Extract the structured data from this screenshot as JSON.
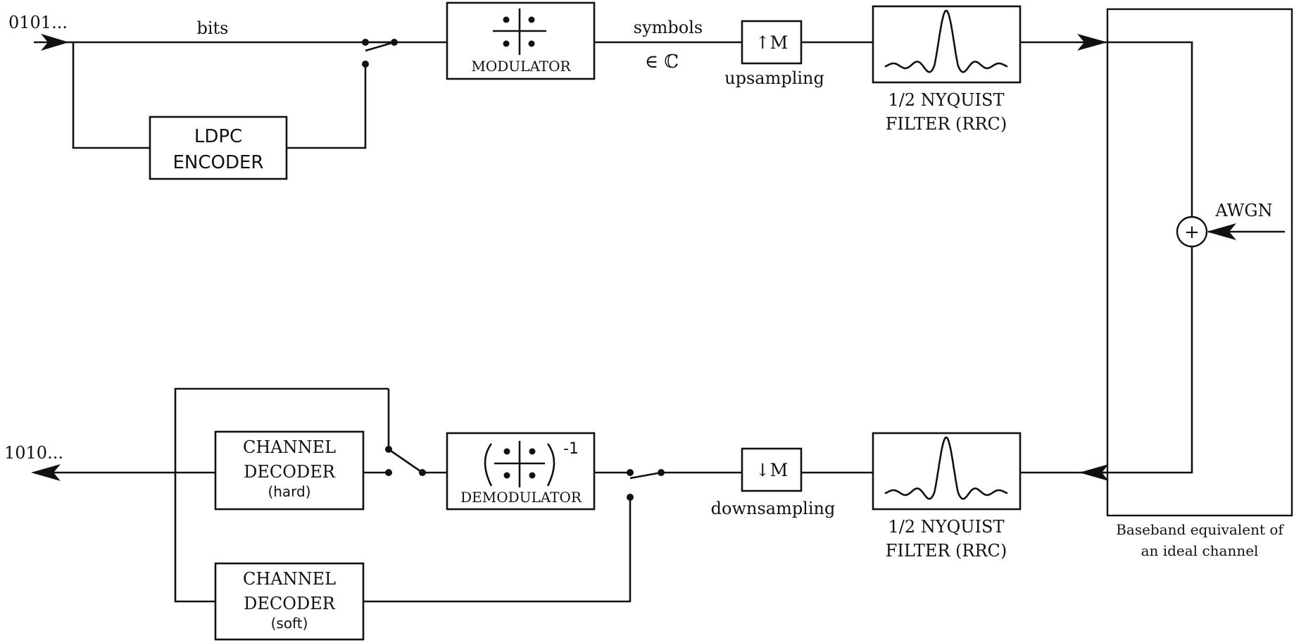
{
  "inputs": {
    "tx_bits": "0101...",
    "rx_bits": "1010...",
    "bits_label": "bits",
    "symbols_label": "symbols",
    "symbols_domain": "∈ ℂ",
    "awgn": "AWGN"
  },
  "blocks": {
    "ldpc_encoder": [
      "LDPC",
      "ENCODER"
    ],
    "modulator": "MODULATOR",
    "upsampler": "↑M",
    "upsampling": "upsampling",
    "tx_filter": [
      "1/2 NYQUIST",
      "FILTER (RRC)"
    ],
    "downsampler": "↓M",
    "downsampling": "downsampling",
    "rx_filter": [
      "1/2 NYQUIST",
      "FILTER (RRC)"
    ],
    "demodulator": "DEMODULATOR",
    "demod_exponent": "-1",
    "decoder_hard": [
      "CHANNEL",
      "DECODER",
      "(hard)"
    ],
    "decoder_soft": [
      "CHANNEL",
      "DECODER",
      "(soft)"
    ],
    "adder": "+"
  },
  "channel": {
    "caption": [
      "Baseband equivalent of",
      "an ideal channel"
    ]
  }
}
